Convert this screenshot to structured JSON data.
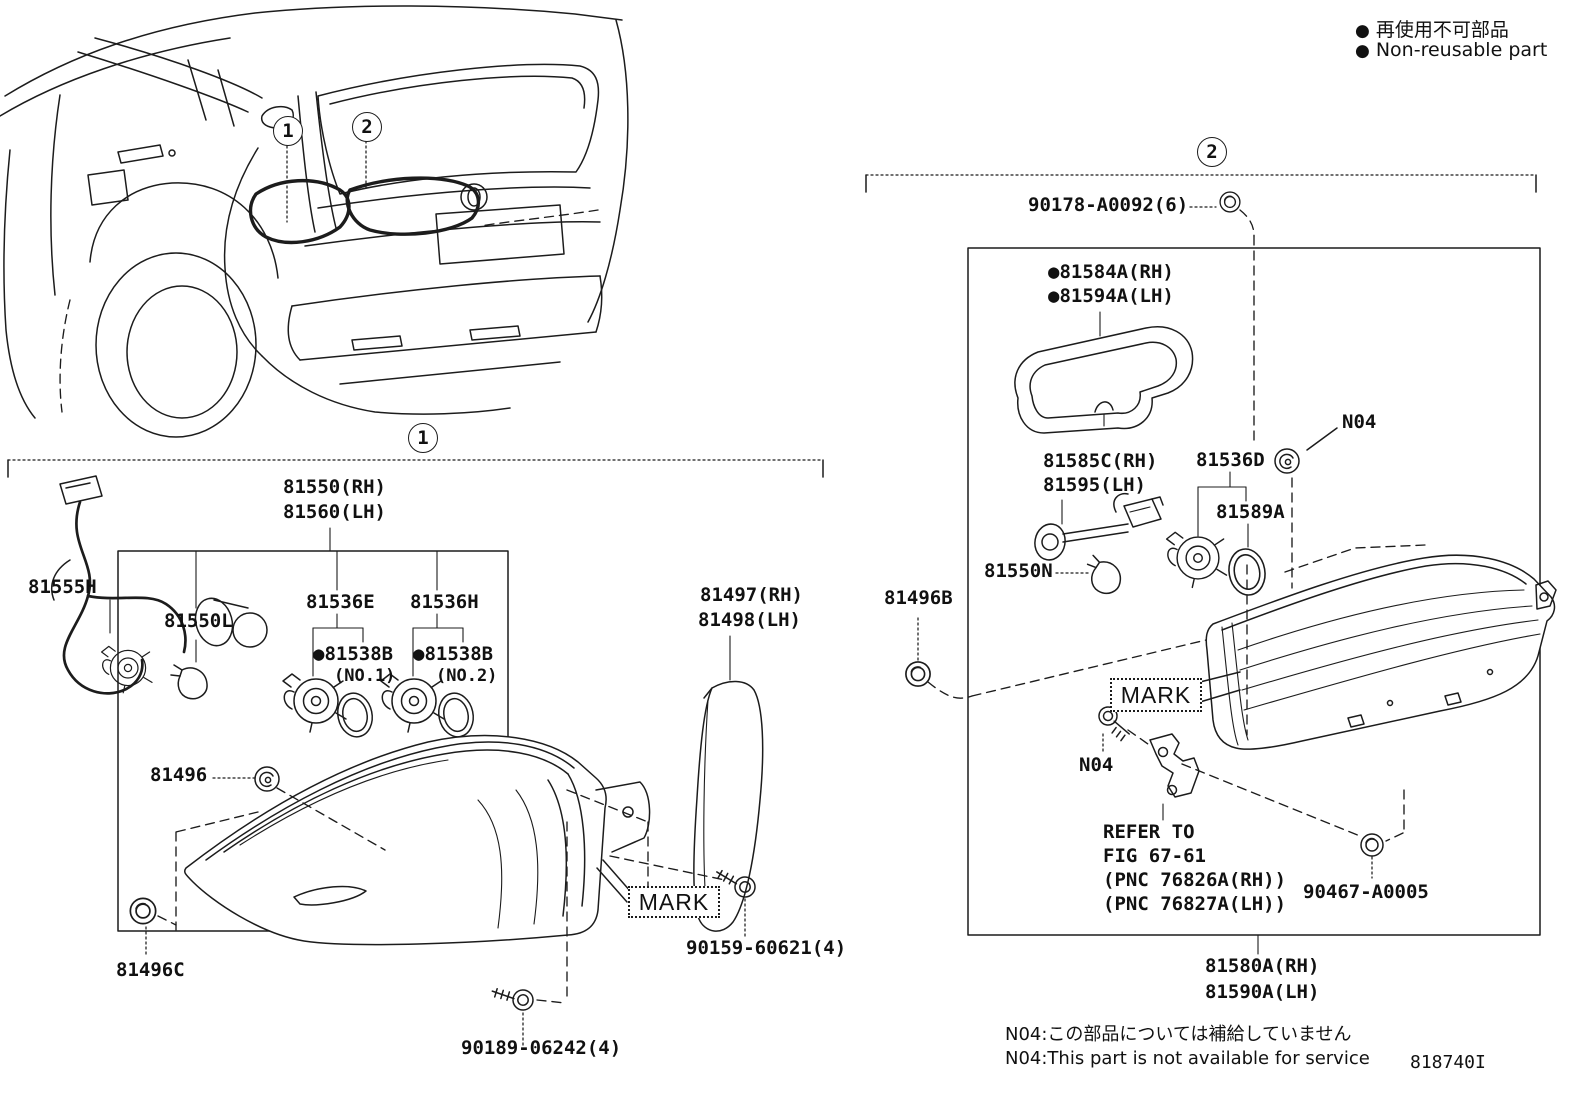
{
  "legend": {
    "bullet": "●",
    "jp": "再使用不可部品",
    "en": "Non-reusable part"
  },
  "callouts": {
    "c1": "1",
    "c2": "2"
  },
  "labels": {
    "mark": "MARK"
  },
  "parts": {
    "p81550": "81550(RH)",
    "p81560": "81560(LH)",
    "p81555h": "81555H",
    "p81550l": "81550L",
    "p81536e": "81536E",
    "p81536h": "81536H",
    "p81538b_1": "●81538B",
    "p81538b_1_sub": "(NO.1)",
    "p81538b_2": "●81538B",
    "p81538b_2_sub": "(NO.2)",
    "p81496": "81496",
    "p81496c": "81496C",
    "p81497": "81497(RH)",
    "p81498": "81498(LH)",
    "p90159": "90159-60621(4)",
    "p90189": "90189-06242(4)",
    "p90178": "90178-A0092(6)",
    "p81584a": "●81584A(RH)",
    "p81594a": "●81594A(LH)",
    "p81585c": "81585C(RH)",
    "p81595": "81595(LH)",
    "p81536d": "81536D",
    "p81589a": "81589A",
    "p81550n": "81550N",
    "n04": "N04",
    "p81496b": "81496B",
    "refer_1": "REFER TO",
    "refer_2": "FIG 67-61",
    "refer_3": "(PNC 76826A(RH))",
    "refer_4": "(PNC 76827A(LH))",
    "p90467": "90467-A0005",
    "p81580a": "81580A(RH)",
    "p81590a": "81590A(LH)"
  },
  "notes": {
    "jp": "N04:この部品については補給していません",
    "en": "N04:This part is not available for service",
    "figure_code": "818740I"
  }
}
